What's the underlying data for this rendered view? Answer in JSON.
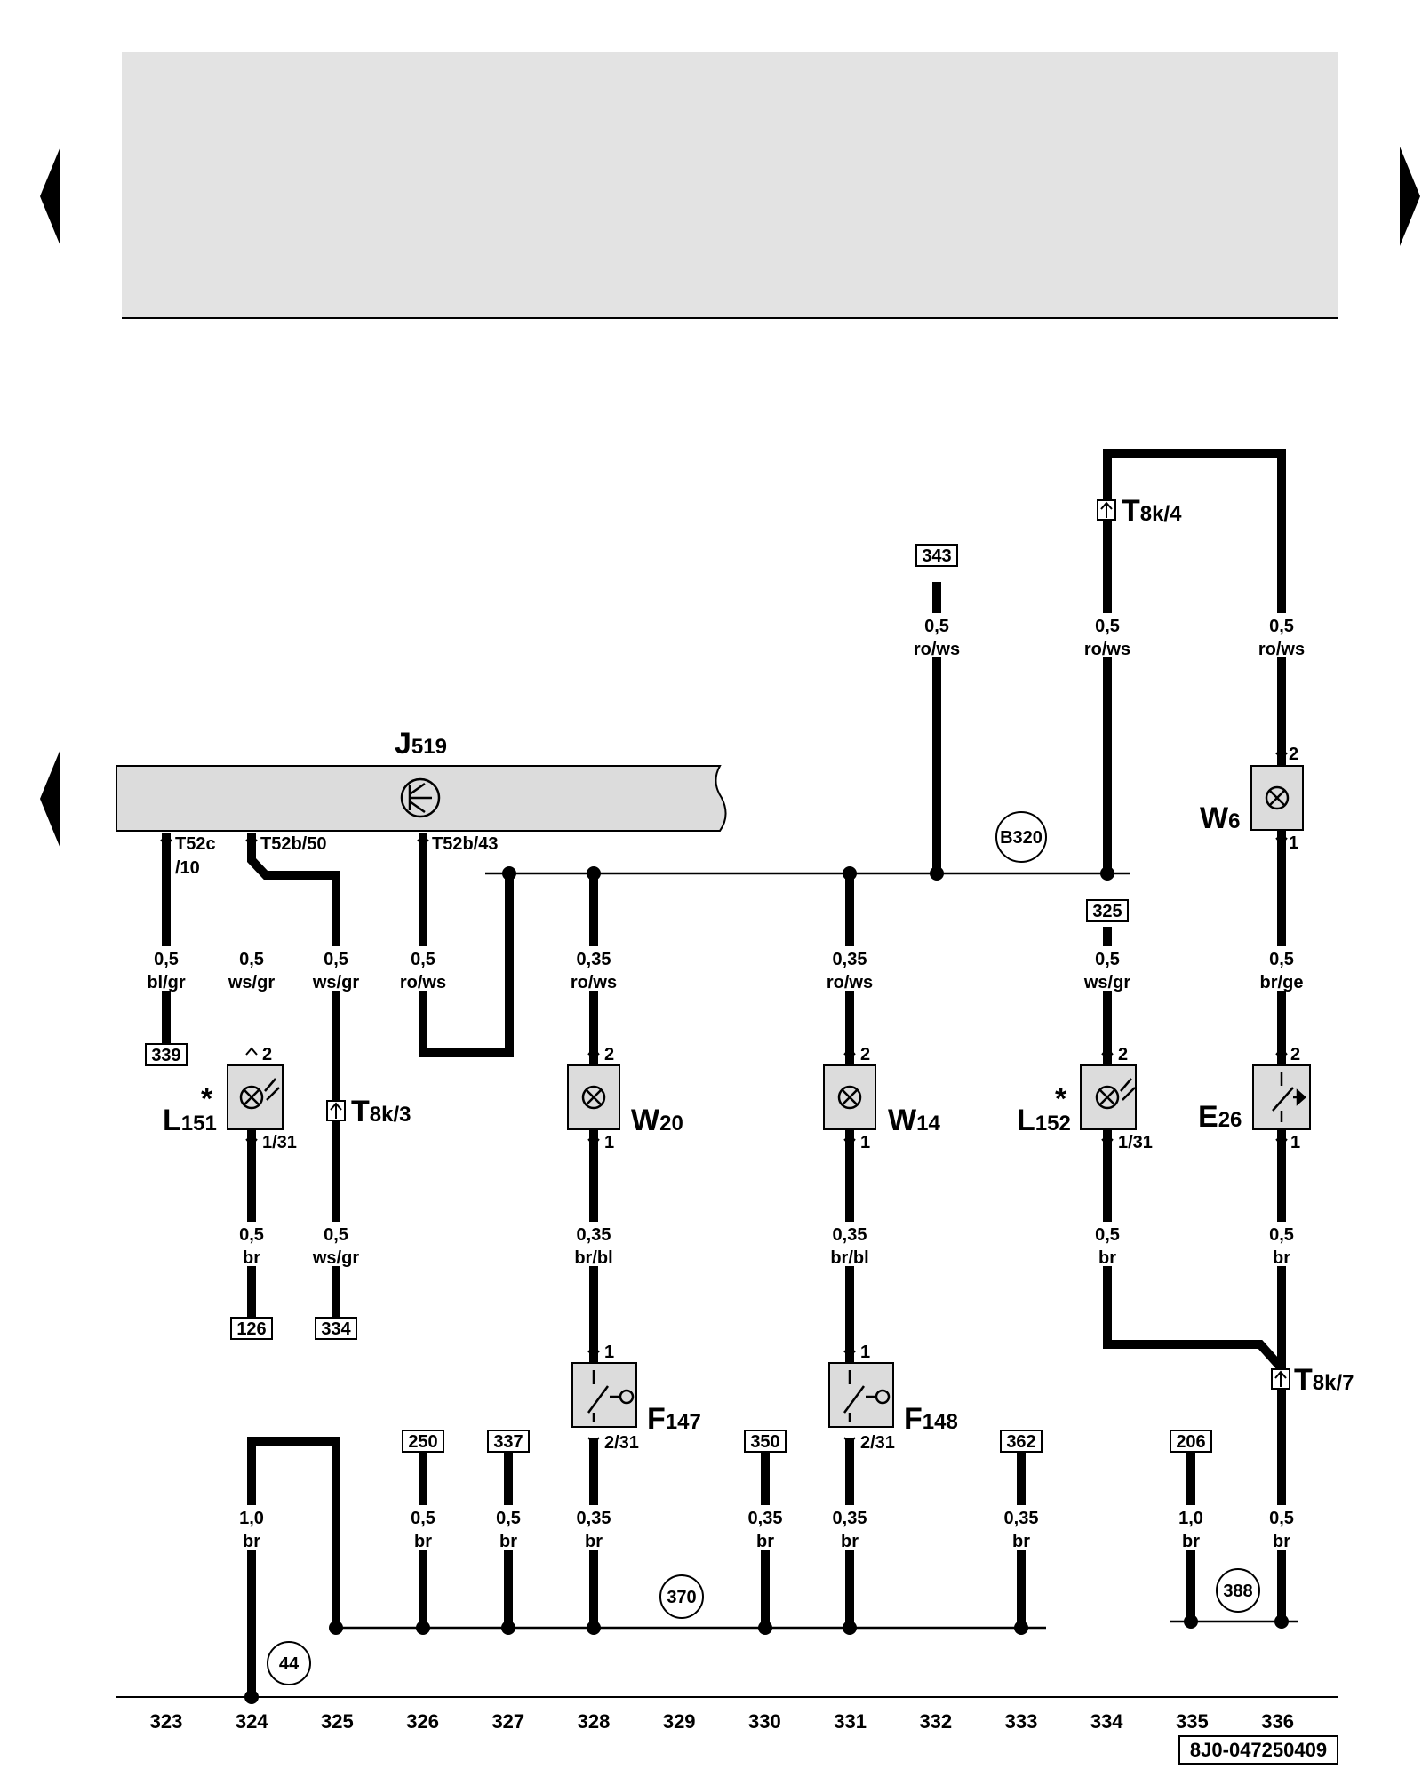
{
  "diagram_id": "8J0-047250409",
  "components": {
    "J519": {
      "letter": "J",
      "num": "519"
    },
    "W6": {
      "letter": "W",
      "num": "6"
    },
    "W20": {
      "letter": "W",
      "num": "20"
    },
    "W14": {
      "letter": "W",
      "num": "14"
    },
    "L151": {
      "letter": "L",
      "num": "151",
      "star": "*"
    },
    "L152": {
      "letter": "L",
      "num": "152",
      "star": "*"
    },
    "E26": {
      "letter": "E",
      "num": "26"
    },
    "F147": {
      "letter": "F",
      "num": "147"
    },
    "F148": {
      "letter": "F",
      "num": "148"
    }
  },
  "connectors": {
    "t8k4": {
      "main": "T",
      "sub": "8k/4"
    },
    "t8k3": {
      "main": "T",
      "sub": "8k/3"
    },
    "t8k7": {
      "main": "T",
      "sub": "8k/7"
    },
    "t52c10_a": "T52c",
    "t52c10_b": "/10",
    "t52b50": "T52b/50",
    "t52b43": "T52b/43"
  },
  "pins": {
    "w6_2": "2",
    "w6_1": "1",
    "l151_2": "2",
    "l151_131": "1/31",
    "w20_2": "2",
    "w20_1": "1",
    "w14_2": "2",
    "w14_1": "1",
    "l152_2": "2",
    "l152_131": "1/31",
    "e26_2": "2",
    "e26_1": "1",
    "f147_1": "1",
    "f147_231": "2/31",
    "f148_1": "1",
    "f148_231": "2/31"
  },
  "wires": {
    "w343": {
      "size": "0,5",
      "color": "ro/ws"
    },
    "wt8k4": {
      "size": "0,5",
      "color": "ro/ws"
    },
    "ww6top": {
      "size": "0,5",
      "color": "ro/ws"
    },
    "w323": {
      "size": "0,5",
      "color": "bl/gr"
    },
    "w324a": {
      "size": "0,5",
      "color": "ws/gr"
    },
    "w325a": {
      "size": "0,5",
      "color": "ws/gr"
    },
    "w326a": {
      "size": "0,5",
      "color": "ro/ws"
    },
    "w328a": {
      "size": "0,35",
      "color": "ro/ws"
    },
    "w331a": {
      "size": "0,35",
      "color": "ro/ws"
    },
    "w334a": {
      "size": "0,5",
      "color": "ws/gr"
    },
    "w336a": {
      "size": "0,5",
      "color": "br/ge"
    },
    "w324b": {
      "size": "0,5",
      "color": "br"
    },
    "w325b": {
      "size": "0,5",
      "color": "ws/gr"
    },
    "w328b": {
      "size": "0,35",
      "color": "br/bl"
    },
    "w331b": {
      "size": "0,35",
      "color": "br/bl"
    },
    "w334b": {
      "size": "0,5",
      "color": "br"
    },
    "w336b": {
      "size": "0,5",
      "color": "br"
    },
    "g324": {
      "size": "1,0",
      "color": "br"
    },
    "g326": {
      "size": "0,5",
      "color": "br"
    },
    "g327": {
      "size": "0,5",
      "color": "br"
    },
    "g328": {
      "size": "0,35",
      "color": "br"
    },
    "g330": {
      "size": "0,35",
      "color": "br"
    },
    "g331": {
      "size": "0,35",
      "color": "br"
    },
    "g333": {
      "size": "0,35",
      "color": "br"
    },
    "g335": {
      "size": "1,0",
      "color": "br"
    },
    "g336": {
      "size": "0,5",
      "color": "br"
    }
  },
  "refs": {
    "r343": "343",
    "r339": "339",
    "r126": "126",
    "r334": "334",
    "r325": "325",
    "r250": "250",
    "r337": "337",
    "r350": "350",
    "r362": "362",
    "r206": "206"
  },
  "grounds": {
    "b320": "B320",
    "g370": "370",
    "g388": "388",
    "g44": "44"
  },
  "columns": [
    "323",
    "324",
    "325",
    "326",
    "327",
    "328",
    "329",
    "330",
    "331",
    "332",
    "333",
    "334",
    "335",
    "336"
  ]
}
